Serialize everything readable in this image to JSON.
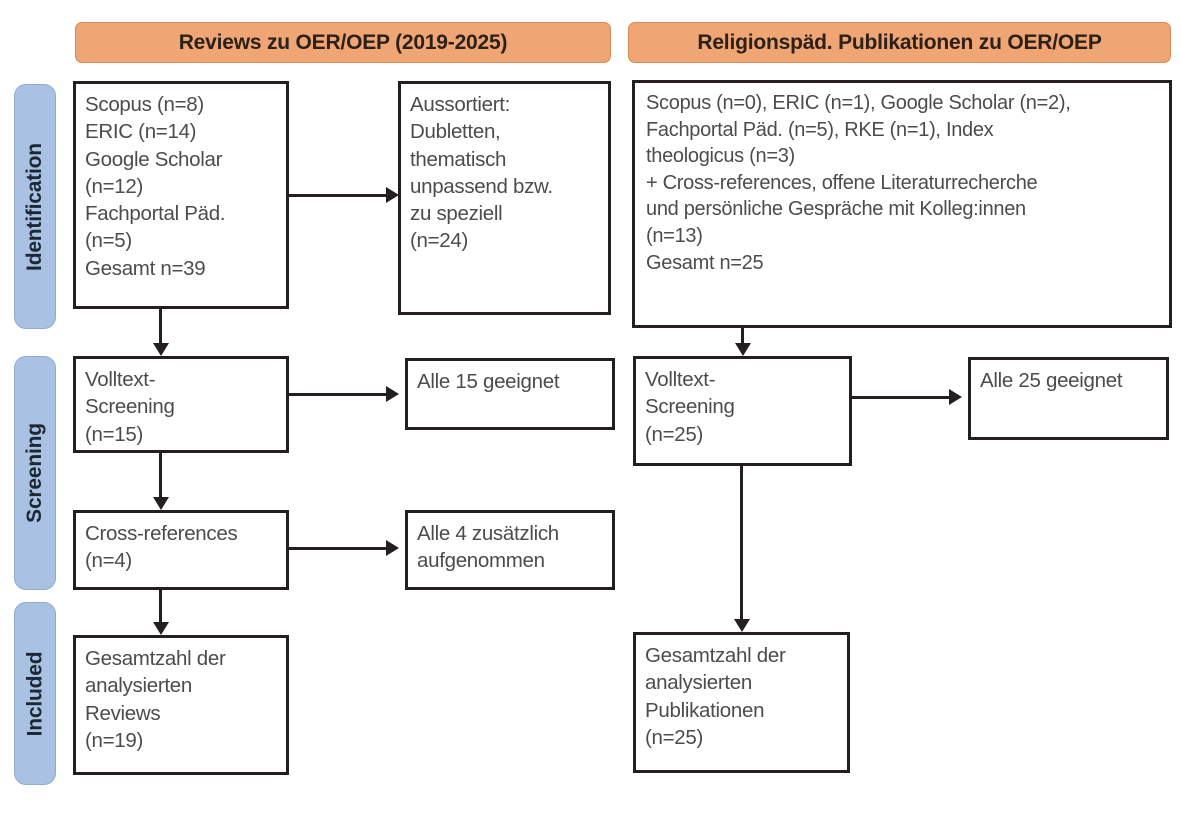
{
  "diagram": {
    "title": "PRISMA-Flussdiagramm",
    "colors": {
      "header_bg": "#F0A575",
      "stage_bg": "#A9C2E3",
      "box_border": "#231f20",
      "text": "#4c4c4c"
    }
  },
  "columns": {
    "left_header": "Reviews zu OER/OEP (2019-2025)",
    "right_header": "Religionspäd. Publikationen zu OER/OEP"
  },
  "stages": {
    "identification": "Identification",
    "screening": "Screening",
    "included": "Included"
  },
  "left": {
    "identification_box": {
      "lines": [
        "Scopus (n=8)",
        "ERIC (n=14)",
        "Google Scholar",
        "(n=12)",
        "Fachportal Päd.",
        "(n=5)",
        "Gesamt n=39"
      ]
    },
    "excluded_box": {
      "lines": [
        "Aussortiert:",
        "Dubletten,",
        "thematisch",
        "unpassend bzw.",
        "zu speziell",
        "(n=24)"
      ]
    },
    "fulltext_box": {
      "lines": [
        "Volltext-",
        "Screening",
        "(n=15)"
      ]
    },
    "fulltext_result_box": {
      "lines": [
        "Alle 15 geeignet"
      ]
    },
    "crossref_box": {
      "lines": [
        "Cross-references",
        "(n=4)"
      ]
    },
    "crossref_result_box": {
      "lines": [
        "Alle 4 zusätzlich",
        "aufgenommen"
      ]
    },
    "included_box": {
      "lines": [
        "Gesamtzahl der",
        "analysierten",
        "Reviews",
        "(n=19)"
      ]
    }
  },
  "right": {
    "identification_box": {
      "lines": [
        "Scopus (n=0), ERIC (n=1), Google Scholar (n=2),",
        "Fachportal Päd. (n=5), RKE (n=1), Index",
        "theologicus (n=3)",
        "+ Cross-references, offene Literaturrecherche",
        "und persönliche Gespräche mit Kolleg:innen",
        "(n=13)",
        "Gesamt n=25"
      ]
    },
    "fulltext_box": {
      "lines": [
        "Volltext-",
        "Screening",
        "(n=25)"
      ]
    },
    "fulltext_result_box": {
      "lines": [
        "Alle 25 geeignet"
      ]
    },
    "included_box": {
      "lines": [
        "Gesamtzahl der",
        "analysierten",
        "Publikationen",
        "(n=25)"
      ]
    }
  },
  "counts": {
    "left_scopus": 8,
    "left_eric": 14,
    "left_google_scholar": 12,
    "left_fachportal": 5,
    "left_total": 39,
    "left_excluded": 24,
    "left_fulltext": 15,
    "left_crossrefs": 4,
    "left_included": 19,
    "right_scopus": 0,
    "right_eric": 1,
    "right_google_scholar": 2,
    "right_fachportal": 5,
    "right_rke": 1,
    "right_index_theologicus": 3,
    "right_other_sources": 13,
    "right_total": 25,
    "right_fulltext": 25,
    "right_included": 25
  }
}
